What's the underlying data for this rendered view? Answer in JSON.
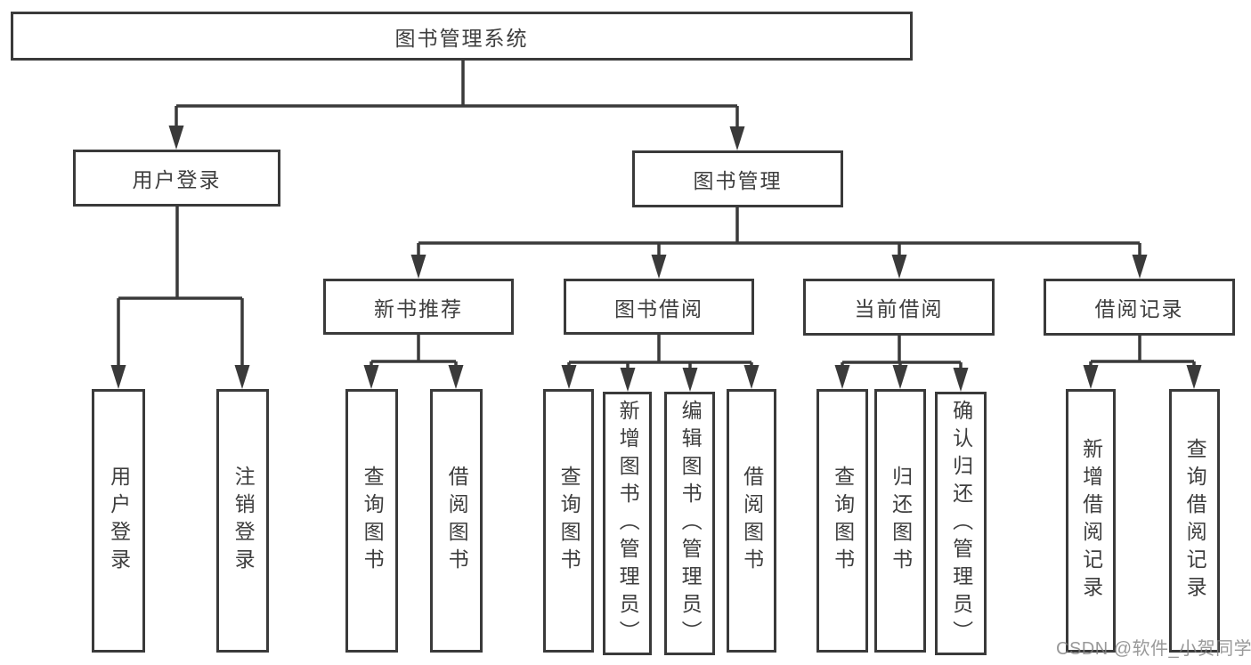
{
  "tree": {
    "root": {
      "label": "图书管理系统"
    },
    "branches": [
      {
        "label": "用户登录",
        "children": [
          {
            "label": "用户登录"
          },
          {
            "label": "注销登录"
          }
        ]
      },
      {
        "label": "图书管理",
        "children": [
          {
            "label": "新书推荐",
            "children": [
              {
                "label": "查询图书"
              },
              {
                "label": "借阅图书"
              }
            ]
          },
          {
            "label": "图书借阅",
            "children": [
              {
                "label": "查询图书"
              },
              {
                "label": "新增图书（管理员）"
              },
              {
                "label": "编辑图书（管理员）"
              },
              {
                "label": "借阅图书"
              }
            ]
          },
          {
            "label": "当前借阅",
            "children": [
              {
                "label": "查询图书"
              },
              {
                "label": "归还图书"
              },
              {
                "label": "确认归还（管理员）"
              }
            ]
          },
          {
            "label": "借阅记录",
            "children": [
              {
                "label": "新增借阅记录"
              },
              {
                "label": "查询借阅记录"
              }
            ]
          }
        ]
      }
    ]
  },
  "watermark": {
    "text": "CSDN @软件_小贺同学"
  },
  "colors": {
    "line": "#3a3a3a",
    "text": "#3e3e3e",
    "node_background": "#ffffff",
    "watermark": "#a0a0a0",
    "background": "#ffffff"
  }
}
